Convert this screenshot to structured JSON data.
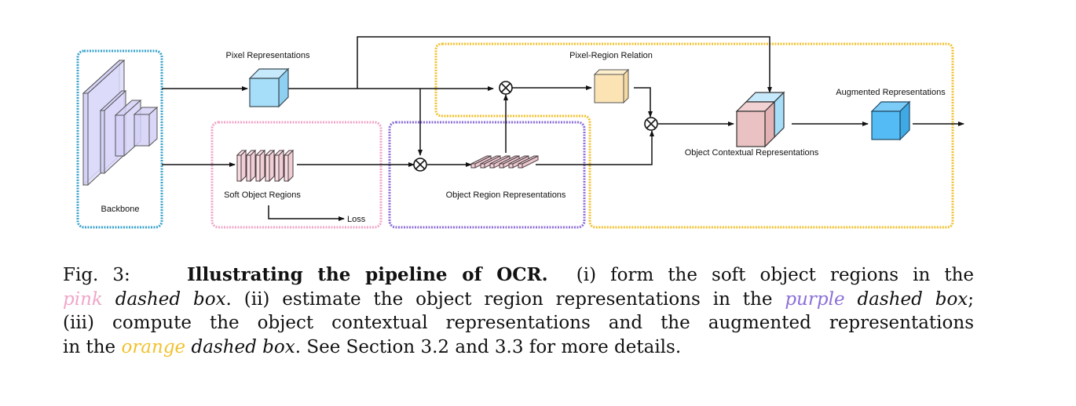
{
  "figure": {
    "labels": {
      "backbone": "Backbone",
      "pixel_representations": "Pixel Representations",
      "soft_object_regions": "Soft Object Regions",
      "loss": "Loss",
      "object_region_representations": "Object Region Representations",
      "pixel_region_relation": "Pixel-Region Relation",
      "object_contextual_representations": "Object Contextual Representations",
      "augmented_representations": "Augmented Representations"
    },
    "operator_symbol": "⊗",
    "colors": {
      "backbone_box": "#3aa3cc",
      "pink_box": "#f0a6c8",
      "purple_box": "#8c6fd8",
      "orange_box": "#f2c12e",
      "backbone_fill": "#d3d0f7",
      "pixel_cube": "#a6ddf8",
      "soft_regions": "#f6dce0",
      "relation_cube": "#fbe3b4",
      "context_cube_front": "#ebc2c3",
      "context_cube_back": "#a6ddf8",
      "augmented_cube": "#55bbf4"
    }
  },
  "caption": {
    "fig_label": "Fig. 3:",
    "title": "Illustrating the pipeline of OCR.",
    "part1": "(i) form the soft object regions in the",
    "pink_word": "pink",
    "pink_color": "#f0a6c8",
    "dashed_box_1": "dashed box",
    "part2": ". (ii) estimate the object region representations in the",
    "purple_word": "purple",
    "purple_color": "#8c6fd8",
    "dashed_box_2": "dashed box",
    "part3": ";",
    "line3": "(iii) compute the object contextual representations and the augmented representations",
    "part4": "in the",
    "orange_word": "orange",
    "orange_color": "#f2c12e",
    "dashed_box_3": "dashed box",
    "part5": ". See Section 3.2 and 3.3 for more details."
  }
}
